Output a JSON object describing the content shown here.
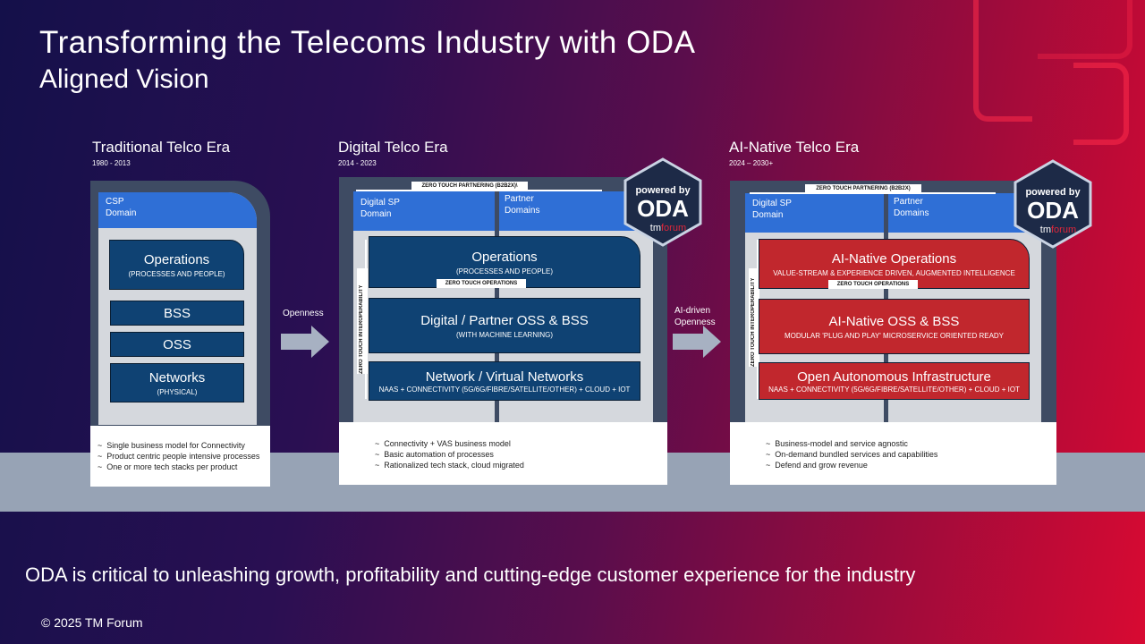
{
  "header": {
    "title": "Transforming the Telecoms Industry with ODA",
    "subtitle": "Aligned Vision"
  },
  "eras": [
    {
      "label": "Traditional Telco Era",
      "years": "1980 - 2013",
      "domain": [
        "CSP",
        "Domain"
      ],
      "boxes": [
        {
          "main": "Operations",
          "sub": "(PROCESSES AND PEOPLE)"
        },
        {
          "main": "BSS",
          "sub": ""
        },
        {
          "main": "OSS",
          "sub": ""
        },
        {
          "main": "Networks",
          "sub": "(PHYSICAL)"
        }
      ],
      "notes": [
        "Single business model for Connectivity",
        "Product centric people intensive processes",
        "One or more tech stacks per product"
      ]
    },
    {
      "label": "Digital Telco Era",
      "years": "2014 - 2023",
      "top_bar": "ZERO TOUCH PARTNERING (B2B2X)\\",
      "domain_left": [
        "Digital SP",
        "Domain"
      ],
      "domain_right": [
        "Partner",
        "Domains"
      ],
      "side_bar": "ZERO TOUCH INTEROPERABILITY",
      "ops_bar": "ZERO TOUCH OPERATIONS",
      "boxes": [
        {
          "main": "Operations",
          "sub": "(PROCESSES AND PEOPLE)"
        },
        {
          "main": "Digital / Partner OSS & BSS",
          "sub": "(WITH MACHINE LEARNING)"
        },
        {
          "main": "Network / Virtual Networks",
          "sub": "NAAS + CONNECTIVITY (5G/6G/FIBRE/SATELLITE/OTHER) + CLOUD + IOT"
        }
      ],
      "notes": [
        "Connectivity + VAS business model",
        "Basic automation of processes",
        "Rationalized tech stack, cloud migrated"
      ]
    },
    {
      "label": "AI-Native Telco Era",
      "years": "2024 – 2030+",
      "top_bar": "ZERO TOUCH PARTNERING (B2B2X)",
      "domain_left": [
        "Digital SP",
        "Domain"
      ],
      "domain_right": [
        "Partner",
        "Domains"
      ],
      "side_bar": "ZERO TOUCH INTEROPERABILITY",
      "ops_bar": "ZERO TOUCH OPERATIONS",
      "boxes": [
        {
          "main": "AI-Native Operations",
          "sub": "VALUE-STREAM & EXPERIENCE DRIVEN, AUGMENTED INTELLIGENCE"
        },
        {
          "main": "AI-Native OSS & BSS",
          "sub": "MODULAR 'PLUG AND PLAY' MICROSERVICE ORIENTED READY"
        },
        {
          "main": "Open Autonomous Infrastructure",
          "sub": "NAAS + CONNECTIVITY (5G/6G/FIBRE/SATELLITE/OTHER) + CLOUD + IOT"
        }
      ],
      "notes": [
        "Business-model and service agnostic",
        "On-demand bundled services and capabilities",
        "Defend and grow revenue"
      ]
    }
  ],
  "arrows": [
    {
      "label": [
        "Openness"
      ]
    },
    {
      "label": [
        "AI-driven",
        "Openness"
      ]
    }
  ],
  "badge": {
    "line1": "powered by",
    "line2": "ODA",
    "line3a": "tm",
    "line3b": "forum"
  },
  "footer": {
    "tagline": "ODA is critical to unleashing growth, profitability and cutting-edge customer experience for the industry",
    "copyright": "© 2025 TM Forum"
  },
  "colors": {
    "blue_box": "#0f4273",
    "red_box": "#c1272d",
    "domain_header": "#2f6fd6",
    "band": "#97a3b5"
  },
  "icons": [
    "arrow-right-icon",
    "oda-badge-icon",
    "corner-bracket-icon"
  ]
}
